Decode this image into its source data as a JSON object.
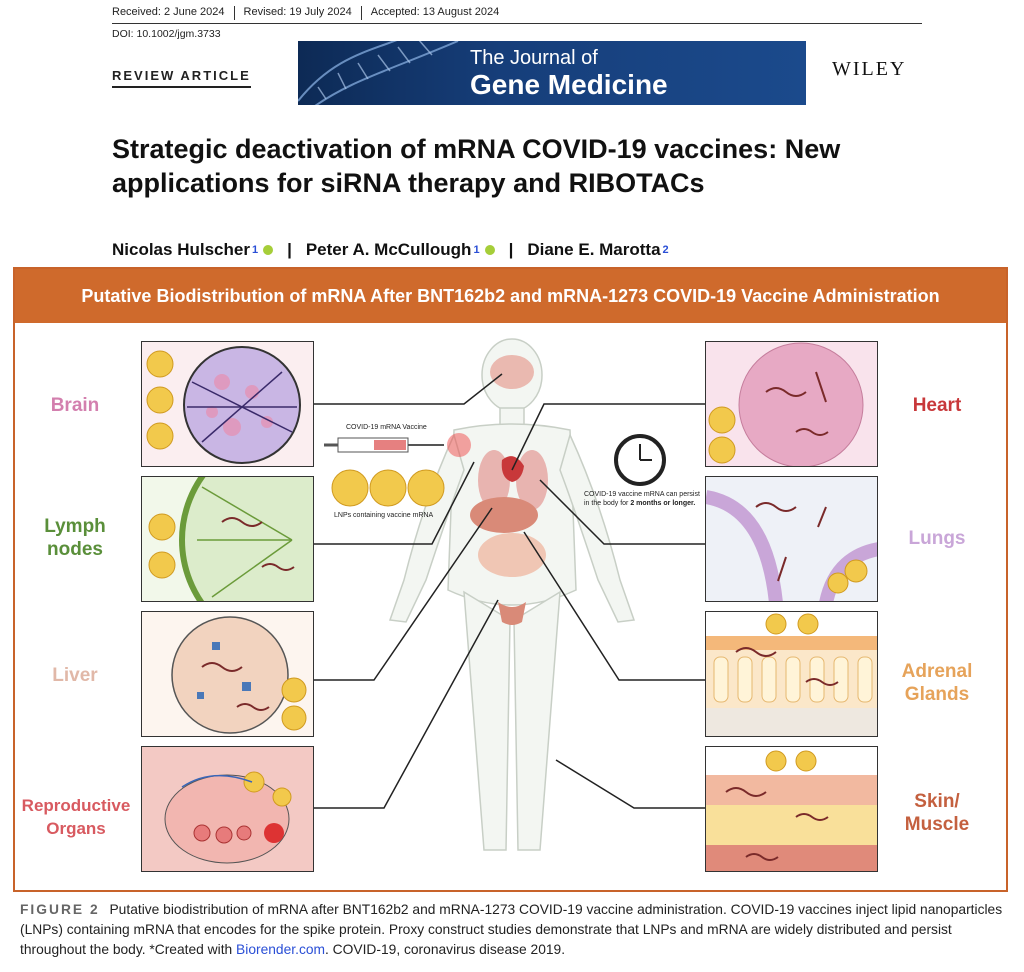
{
  "header": {
    "received": "Received: 2 June 2024",
    "revised": "Revised: 19 July 2024",
    "accepted": "Accepted: 13 August 2024",
    "doi": "DOI: 10.1002/jgm.3733",
    "article_type": "REVIEW ARTICLE",
    "journal_line1": "The Journal of",
    "journal_line2": "Gene Medicine",
    "publisher": "WILEY"
  },
  "title": "Strategic deactivation of mRNA COVID-19 vaccines: New applications for siRNA therapy and RIBOTACs",
  "authors": [
    {
      "name": "Nicolas Hulscher",
      "aff": "1"
    },
    {
      "name": "Peter A. McCullough",
      "aff": "1"
    },
    {
      "name": "Diane E. Marotta",
      "aff": "2"
    }
  ],
  "figure": {
    "heading": "Putative Biodistribution of mRNA After BNT162b2 and mRNA-1273 COVID-19 Vaccine Administration",
    "syringe_label": "COVID-19 mRNA Vaccine",
    "lnp_label": "LNPs containing vaccine mRNA",
    "persist_note": "COVID-19 vaccine mRNA can persist in the body for",
    "persist_bold": "2 months or longer.",
    "left_labels": [
      {
        "line1": "Brain",
        "line2": "",
        "color": "#d37fae"
      },
      {
        "line1": "Lymph",
        "line2": "nodes",
        "color": "#5a8f3a"
      },
      {
        "line1": "Liver",
        "line2": "",
        "color": "#e1b8a8"
      },
      {
        "line1": "Reproductive",
        "line2": "Organs",
        "color": "#d85a60"
      }
    ],
    "right_labels": [
      {
        "line1": "Heart",
        "line2": "",
        "color": "#c8383a"
      },
      {
        "line1": "Lungs",
        "line2": "",
        "color": "#c9a6d8"
      },
      {
        "line1": "Adrenal",
        "line2": "Glands",
        "color": "#e6a35a"
      },
      {
        "line1": "Skin/",
        "line2": "Muscle",
        "color": "#c4603f"
      }
    ]
  },
  "caption": {
    "label": "FIGURE 2",
    "text1": "Putative biodistribution of mRNA after BNT162b2 and mRNA-1273 COVID-19 vaccine administration. COVID-19 vaccines inject lipid nanoparticles (LNPs) containing mRNA that encodes for the spike protein. Proxy construct studies demonstrate that LNPs and mRNA are widely distributed and persist throughout the body. *Created with ",
    "link": "Biorender.com",
    "text2": ". COVID-19, coronavirus disease 2019."
  }
}
